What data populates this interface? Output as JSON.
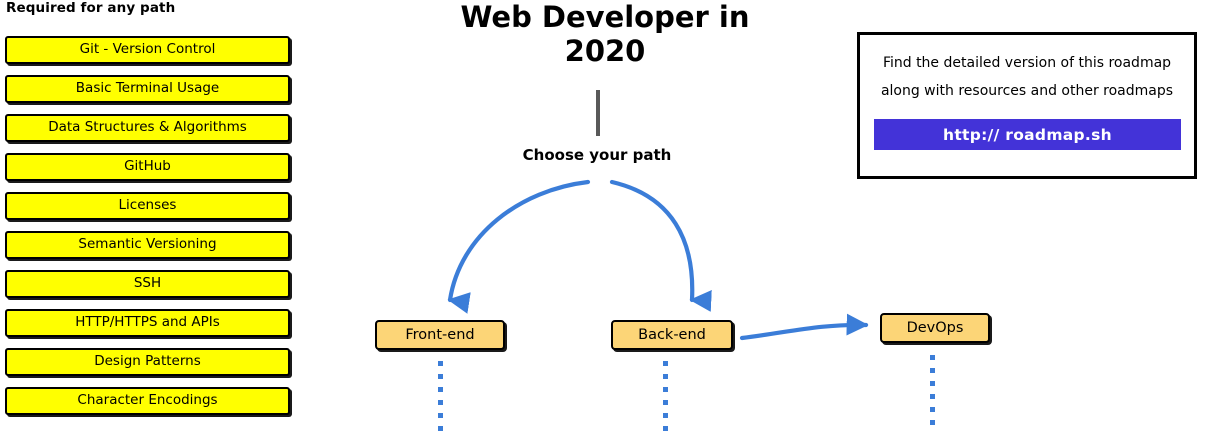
{
  "page": {
    "title": "Web Developer in 2020",
    "background": "#ffffff"
  },
  "colors": {
    "required_box_fill": "#FFFF00",
    "path_box_fill": "#FCD577",
    "arrow_blue": "#3B7DD8",
    "button_purple": "#4333D8",
    "stem_gray": "#595959",
    "outline_black": "#000000"
  },
  "required_section": {
    "heading": "Required for any path",
    "items": [
      {
        "label": "Git - Version Control"
      },
      {
        "label": "Basic Terminal Usage"
      },
      {
        "label": "Data Structures & Algorithms"
      },
      {
        "label": "GitHub"
      },
      {
        "label": "Licenses"
      },
      {
        "label": "Semantic Versioning"
      },
      {
        "label": "SSH"
      },
      {
        "label": "HTTP/HTTPS and APIs"
      },
      {
        "label": "Design Patterns"
      },
      {
        "label": "Character Encodings"
      }
    ]
  },
  "center": {
    "title": "Web Developer in 2020",
    "choose_label": "Choose your path",
    "stem": "vertical-connector-line"
  },
  "paths": [
    {
      "id": "frontend",
      "label": "Front-end"
    },
    {
      "id": "backend",
      "label": "Back-end"
    },
    {
      "id": "devops",
      "label": "DevOps"
    }
  ],
  "arrows": [
    {
      "from": "choose your path",
      "to": "Front-end",
      "style": "curved-blue-arrow"
    },
    {
      "from": "choose your path",
      "to": "Back-end",
      "style": "curved-blue-arrow"
    },
    {
      "from": "Back-end",
      "to": "DevOps",
      "style": "curved-blue-arrow"
    }
  ],
  "info_card": {
    "line1": "Find the detailed version of this roadmap",
    "line2": "along with resources and other roadmaps",
    "button_label": "http:// roadmap.sh"
  }
}
